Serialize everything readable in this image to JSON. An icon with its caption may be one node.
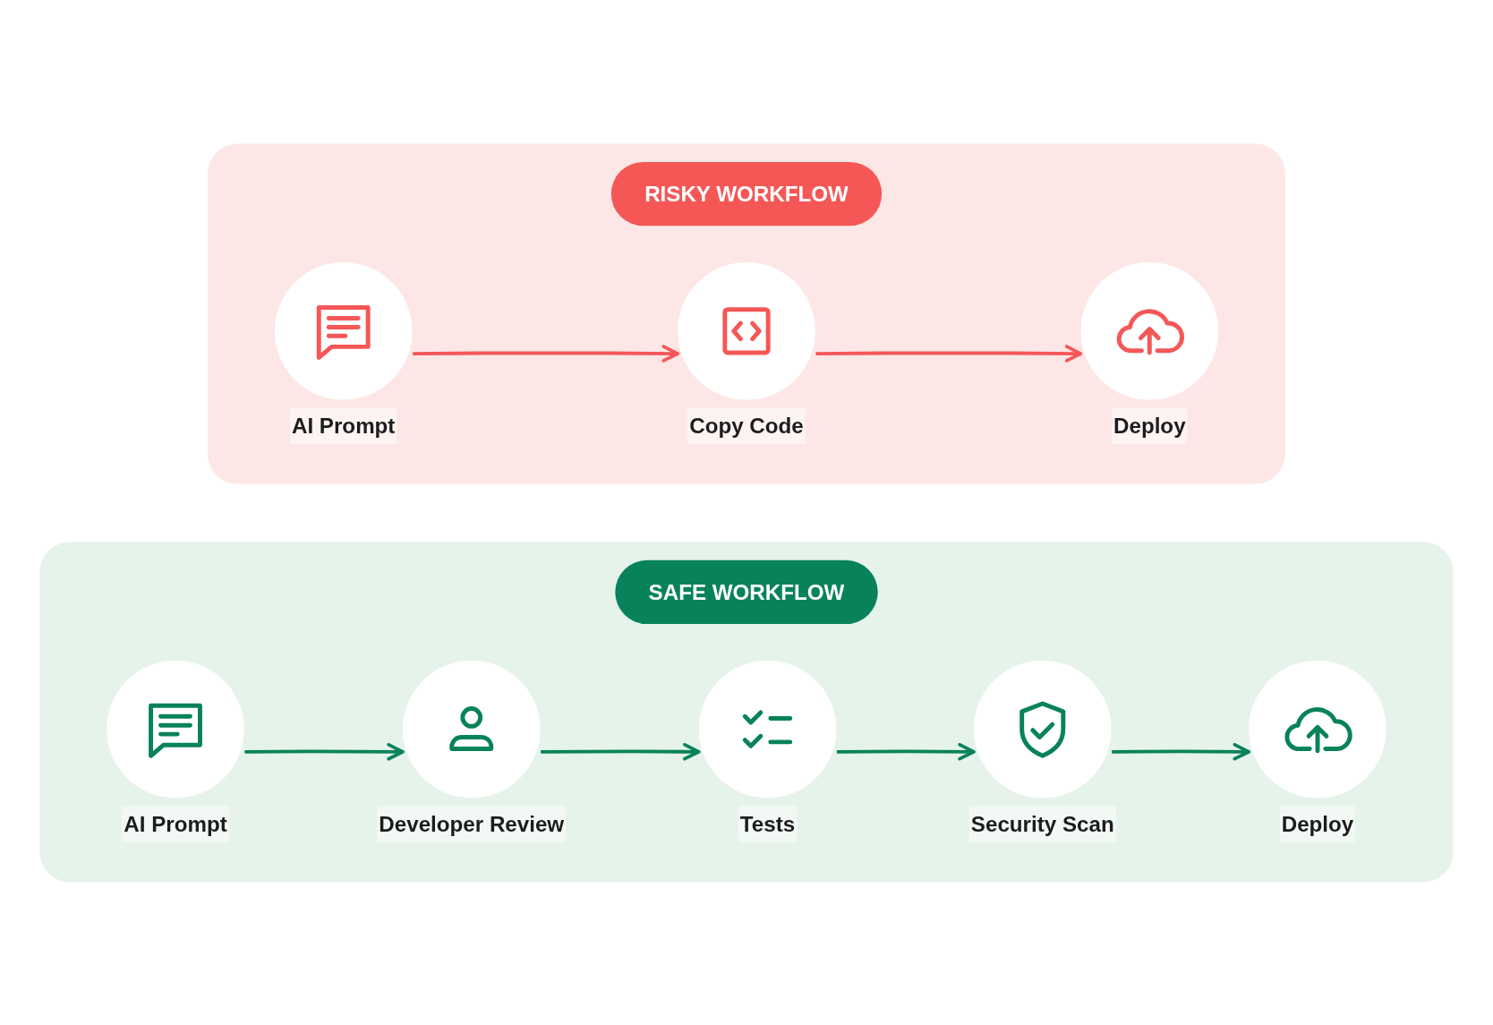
{
  "diagram": {
    "nodes": [
      {
        "text": [
          "RISKY WORKFLOW"
        ]
      },
      {
        "text": [
          "AI Prompt"
        ],
        "in": 0
      },
      {
        "text": [
          "Copy Code"
        ],
        "in": 0
      },
      {
        "text": [
          "Deploy"
        ],
        "in": 0
      },
      {
        "text": [
          "SAFE WORKFLOW"
        ]
      },
      {
        "text": [
          "AI Prompt"
        ],
        "in": 4
      },
      {
        "text": [
          "Developer Review"
        ],
        "in": 4
      },
      {
        "text": [
          "Tests"
        ],
        "in": 4
      },
      {
        "text": [
          "Security Scan"
        ],
        "in": 4
      },
      {
        "text": [
          "Deploy"
        ],
        "in": 4
      }
    ],
    "edges": [
      {
        "from": 1,
        "to": 2,
        "arrow": "to",
        "color": "#f55757"
      },
      {
        "from": 2,
        "to": 3,
        "arrow": "to",
        "color": "#f55757"
      },
      {
        "from": 5,
        "to": 6,
        "arrow": "to"
      },
      {
        "from": 6,
        "to": 7,
        "arrow": "to"
      },
      {
        "from": 7,
        "to": 8,
        "arrow": "to"
      },
      {
        "from": 8,
        "to": 9,
        "arrow": "to"
      }
    ]
  }
}
